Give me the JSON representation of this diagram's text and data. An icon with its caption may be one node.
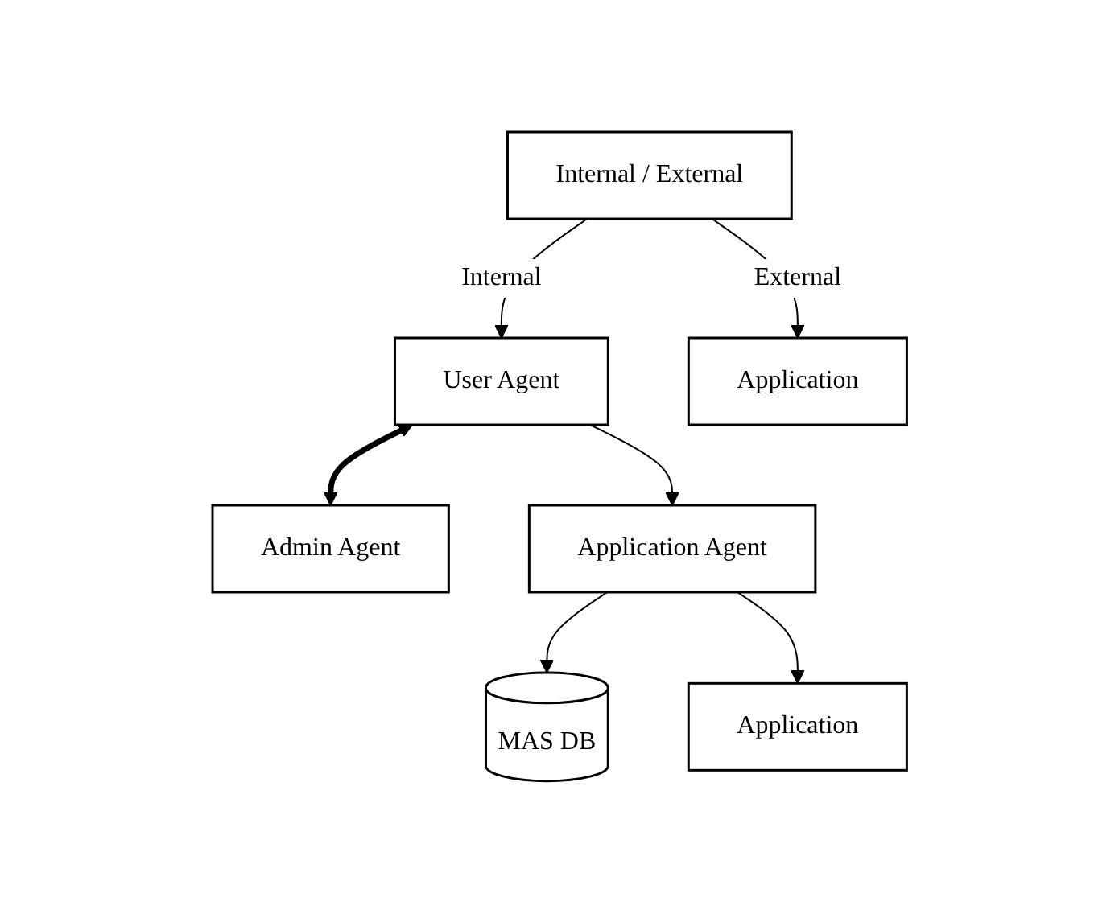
{
  "diagram": {
    "nodes": [
      {
        "text": [
          "Internal / External"
        ]
      },
      {
        "text": [
          "User Agent"
        ]
      },
      {
        "text": [
          "Admin Agent"
        ]
      },
      {
        "text": [
          "Application"
        ]
      },
      {
        "text": [
          "Application Agent"
        ]
      },
      {
        "text": [
          "MAS DB"
        ]
      },
      {
        "text": [
          "Application"
        ]
      }
    ],
    "edges": [
      {
        "from": 0,
        "to": 1,
        "arrow": "to",
        "label": "Internal"
      },
      {
        "from": 0,
        "to": 3,
        "arrow": "to",
        "label": "External"
      },
      {
        "from": 1,
        "to": 2,
        "arrow": "both",
        "style": "thick"
      },
      {
        "from": 1,
        "to": 4,
        "arrow": "to"
      },
      {
        "from": 4,
        "to": 5,
        "arrow": "to"
      },
      {
        "from": 4,
        "to": 6,
        "arrow": "to"
      }
    ]
  }
}
